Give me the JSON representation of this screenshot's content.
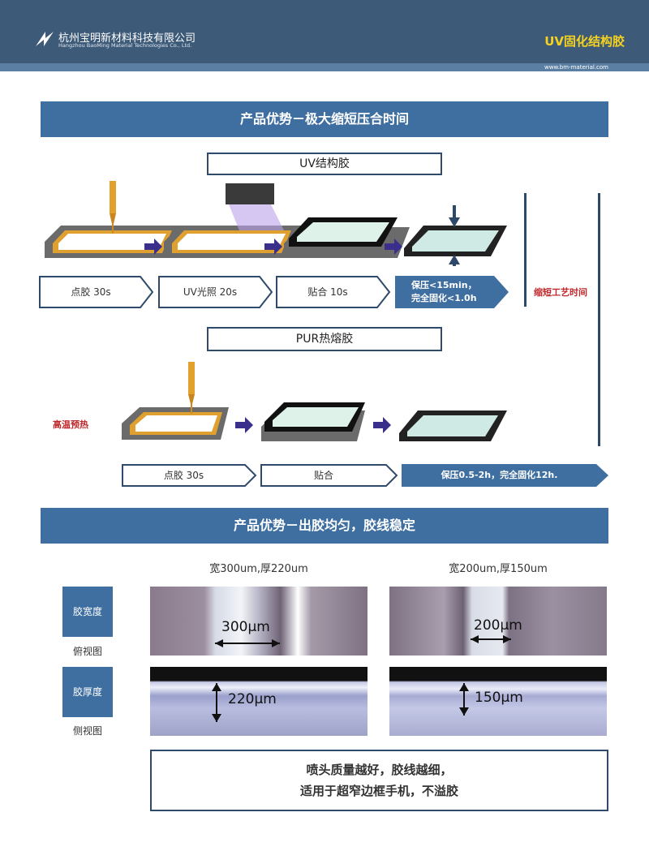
{
  "header": {
    "company_cn": "杭州宝明新材料科技有限公司",
    "company_en": "Hangzhou BaoMing Material Technologies Co., Ltd.",
    "title": "UV固化结构胶",
    "website": "www.bm-material.com"
  },
  "section1": {
    "banner": "产品优势－极大缩短压合时间",
    "uv": {
      "label": "UV结构胶",
      "steps": [
        "点胶 30s",
        "UV光照 20s",
        "贴合 10s"
      ],
      "final_line1": "保压<15min，",
      "final_line2": "完全固化<1.0h"
    },
    "pur": {
      "label": "PUR热熔胶",
      "preheat": "高温预热",
      "steps": [
        "点胶 30s",
        "贴合"
      ],
      "final": "保压0.5-2h，完全固化12h."
    },
    "side_note": "缩短工艺时间"
  },
  "section2": {
    "banner": "产品优势－出胶均匀，胶线稳定",
    "col1_title": "宽300um,厚220um",
    "col2_title": "宽200um,厚150um",
    "width_label": "胶宽度",
    "top_view": "俯视图",
    "thickness_label": "胶厚度",
    "side_view": "侧视图",
    "m1": "300μm",
    "m2": "200μm",
    "m3": "220μm",
    "m4": "150μm",
    "note_line1": "喷头质量越好，胶线越细，",
    "note_line2": "适用于超窄边框手机，不溢胶"
  },
  "colors": {
    "header_bg": "#3d5a79",
    "banner_bg": "#3f6fa0",
    "accent_yellow": "#f4d21f",
    "arrow": "#3b2f8c",
    "red_text": "#c0282a"
  }
}
